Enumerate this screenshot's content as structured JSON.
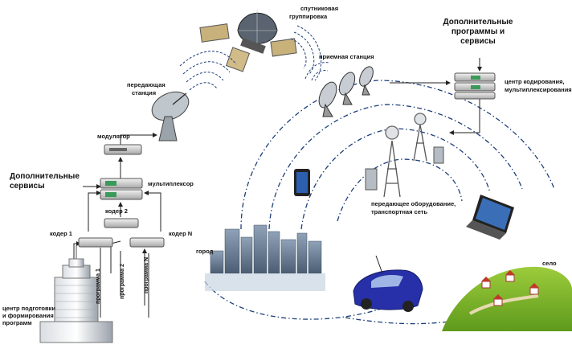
{
  "labels": {
    "satellite": [
      "спутниковая",
      "группировка"
    ],
    "transmit_station": [
      "передающая",
      "станция"
    ],
    "receive_station": "приемная станция",
    "extra_programs": [
      "Дополнительные",
      "программы и",
      "сервисы"
    ],
    "coding_center": [
      "центр кодирования,",
      "мультиплексирования"
    ],
    "modulator": "модулятор",
    "extra_services": [
      "Дополнительные",
      "сервисы"
    ],
    "multiplexer": "мультиплексор",
    "coder2": "кодер 2",
    "coder1": "кодер 1",
    "coderN": "кодер N",
    "prog1": "программа 1",
    "prog2": "программа 2",
    "progN": "программа N",
    "prep_center": [
      "центр подготовки",
      "и формирования",
      "программ"
    ],
    "city": "город",
    "village": "село",
    "transmit_equipment": [
      "передающее оборудование,",
      "транспортная сеть"
    ]
  }
}
